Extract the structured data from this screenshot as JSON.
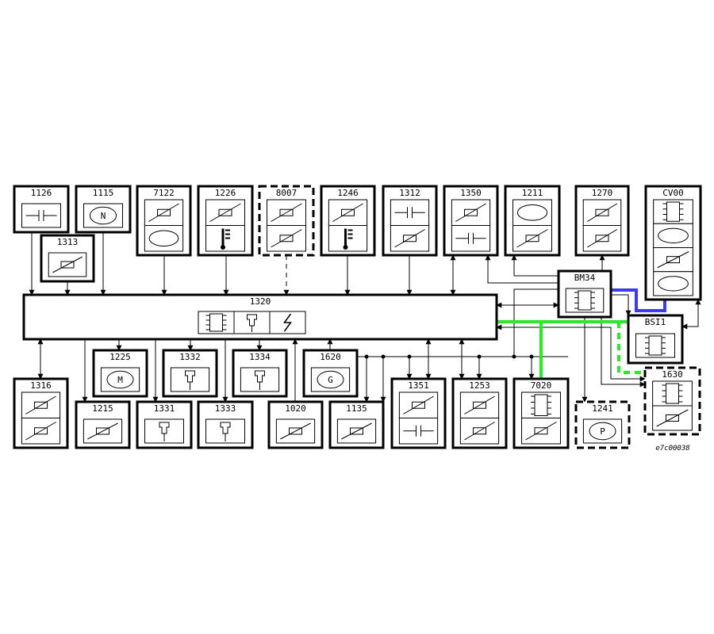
{
  "diagram": {
    "reference": "e7c00038",
    "colors": {
      "can_bus_blue": "#3a3aff",
      "can_bus_green": "#22ee22",
      "line": "#000000"
    },
    "main_unit": {
      "label": "1320",
      "icons": [
        "ecu-chip-icon",
        "injector-icon",
        "ignition-spark-icon"
      ]
    },
    "components": [
      {
        "label": "1126",
        "icons": [
          "switch-icon"
        ]
      },
      {
        "label": "1115",
        "icons": [
          "neutral-switch-icon"
        ]
      },
      {
        "label": "1313",
        "icons": [
          "engine-speed-sensor-icon"
        ]
      },
      {
        "label": "7122",
        "icons": [
          "steering-angle-icon",
          "steering-wheel-icon"
        ]
      },
      {
        "label": "1226",
        "icons": [
          "throttle-sensor-icon",
          "coolant-temp-icon"
        ]
      },
      {
        "label": "8007",
        "icons": [
          "pressure-switch-icon",
          "air-conditioning-icon"
        ]
      },
      {
        "label": "1246",
        "icons": [
          "throttle-sensor-icon",
          "temperature-icon"
        ]
      },
      {
        "label": "1312",
        "icons": [
          "switch-icon",
          "variable-resistor-icon"
        ]
      },
      {
        "label": "1350",
        "icons": [
          "heater-resistor-icon",
          "capacitor-icon"
        ]
      },
      {
        "label": "1211",
        "icons": [
          "fuel-pump-icon",
          "fuel-gauge-icon"
        ]
      },
      {
        "label": "1270",
        "icons": [
          "resistor-icon",
          "throttle-valve-icon"
        ]
      },
      {
        "label": "CV00",
        "icons": [
          "ecu-chip-icon",
          "display-icon",
          "steering-angle-icon",
          "steering-wheel-icon"
        ]
      },
      {
        "label": "BM34",
        "icons": [
          "fuse-box-icon"
        ]
      },
      {
        "label": "BSI1",
        "icons": [
          "fuse-box-icon"
        ]
      },
      {
        "label": "1316",
        "icons": [
          "potentiometer-icon",
          "throttle-body-icon"
        ]
      },
      {
        "label": "1225",
        "icons": [
          "motor-icon"
        ]
      },
      {
        "label": "1332",
        "icons": [
          "injector-icon"
        ]
      },
      {
        "label": "1334",
        "icons": [
          "injector-icon"
        ]
      },
      {
        "label": "1620",
        "icons": [
          "generator-icon"
        ]
      },
      {
        "label": "1215",
        "icons": [
          "solenoid-valve-icon"
        ]
      },
      {
        "label": "1331",
        "icons": [
          "injector-icon"
        ]
      },
      {
        "label": "1333",
        "icons": [
          "injector-icon"
        ]
      },
      {
        "label": "1020",
        "icons": [
          "alternator-icon"
        ]
      },
      {
        "label": "1135",
        "icons": [
          "ignition-coil-icon"
        ]
      },
      {
        "label": "1351",
        "icons": [
          "heater-resistor-icon",
          "capacitor-icon"
        ]
      },
      {
        "label": "1253",
        "icons": [
          "solenoid-valve-icon",
          "canister-purge-icon"
        ]
      },
      {
        "label": "7020",
        "icons": [
          "ecu-chip-icon",
          "abs-icon"
        ]
      },
      {
        "label": "1241",
        "icons": [
          "park-icon"
        ]
      },
      {
        "label": "1630",
        "icons": [
          "ecu-chip-icon",
          "auto-gearbox-icon"
        ]
      }
    ]
  }
}
